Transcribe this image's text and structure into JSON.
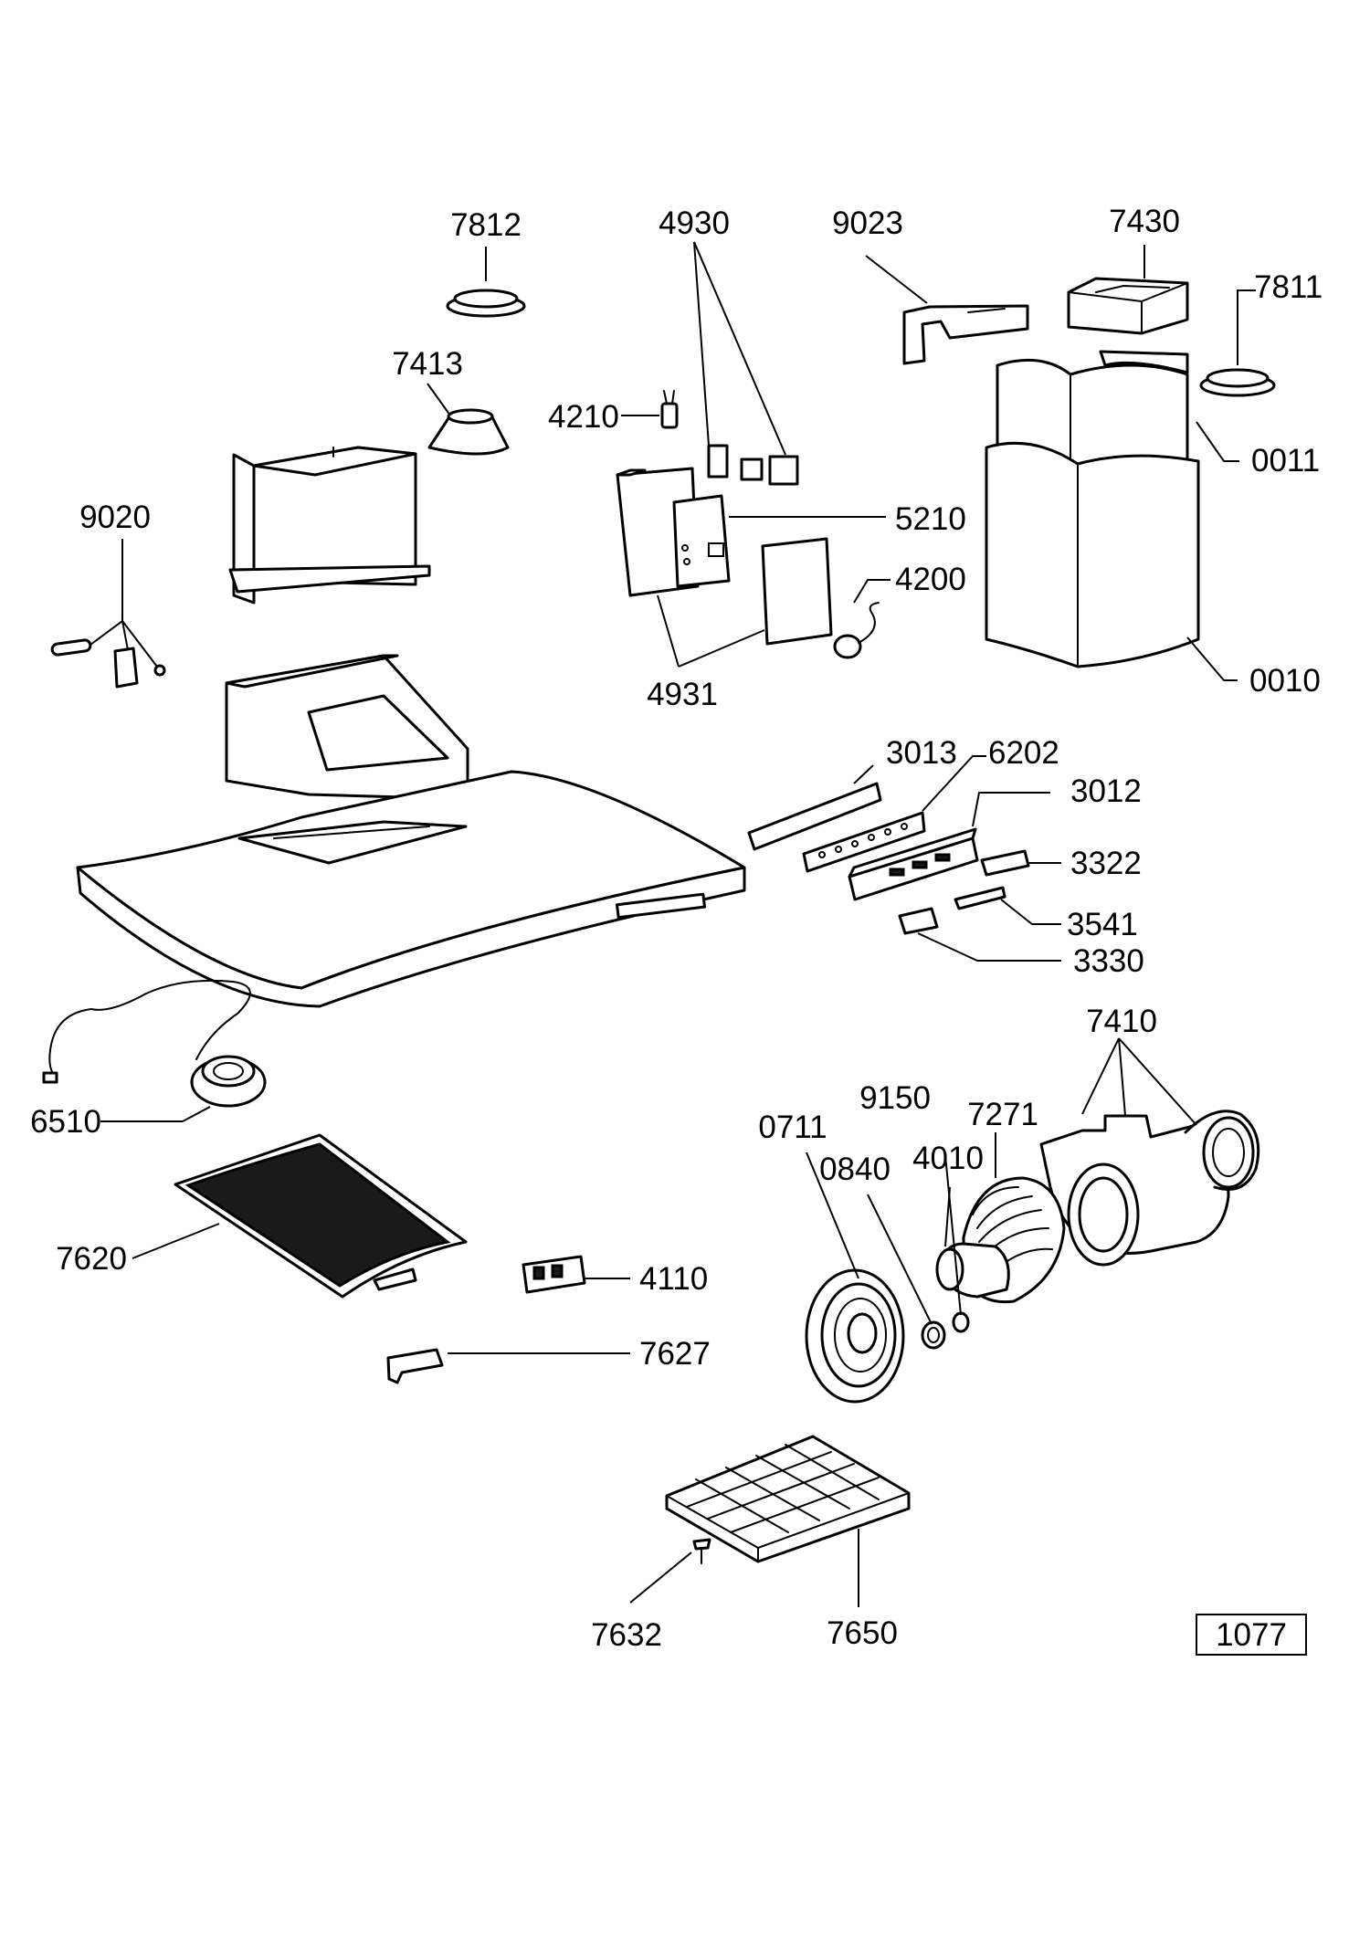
{
  "diagram": {
    "labels": [
      {
        "id": "7812",
        "text": "7812"
      },
      {
        "id": "4930",
        "text": "4930"
      },
      {
        "id": "9023",
        "text": "9023"
      },
      {
        "id": "7430",
        "text": "7430"
      },
      {
        "id": "7811",
        "text": "7811"
      },
      {
        "id": "7413",
        "text": "7413"
      },
      {
        "id": "4210",
        "text": "4210"
      },
      {
        "id": "0011",
        "text": "0011"
      },
      {
        "id": "9020",
        "text": "9020"
      },
      {
        "id": "5210",
        "text": "5210"
      },
      {
        "id": "4200",
        "text": "4200"
      },
      {
        "id": "0010",
        "text": "0010"
      },
      {
        "id": "4931",
        "text": "4931"
      },
      {
        "id": "3013",
        "text": "3013"
      },
      {
        "id": "6202",
        "text": "6202"
      },
      {
        "id": "3012",
        "text": "3012"
      },
      {
        "id": "3322",
        "text": "3322"
      },
      {
        "id": "3541",
        "text": "3541"
      },
      {
        "id": "3330",
        "text": "3330"
      },
      {
        "id": "7410",
        "text": "7410"
      },
      {
        "id": "9150",
        "text": "9150"
      },
      {
        "id": "7271",
        "text": "7271"
      },
      {
        "id": "0711",
        "text": "0711"
      },
      {
        "id": "0840",
        "text": "0840"
      },
      {
        "id": "4010",
        "text": "4010"
      },
      {
        "id": "6510",
        "text": "6510"
      },
      {
        "id": "7620",
        "text": "7620"
      },
      {
        "id": "4110",
        "text": "4110"
      },
      {
        "id": "7627",
        "text": "7627"
      },
      {
        "id": "7632",
        "text": "7632"
      },
      {
        "id": "7650",
        "text": "7650"
      }
    ],
    "page_code": "1077"
  }
}
